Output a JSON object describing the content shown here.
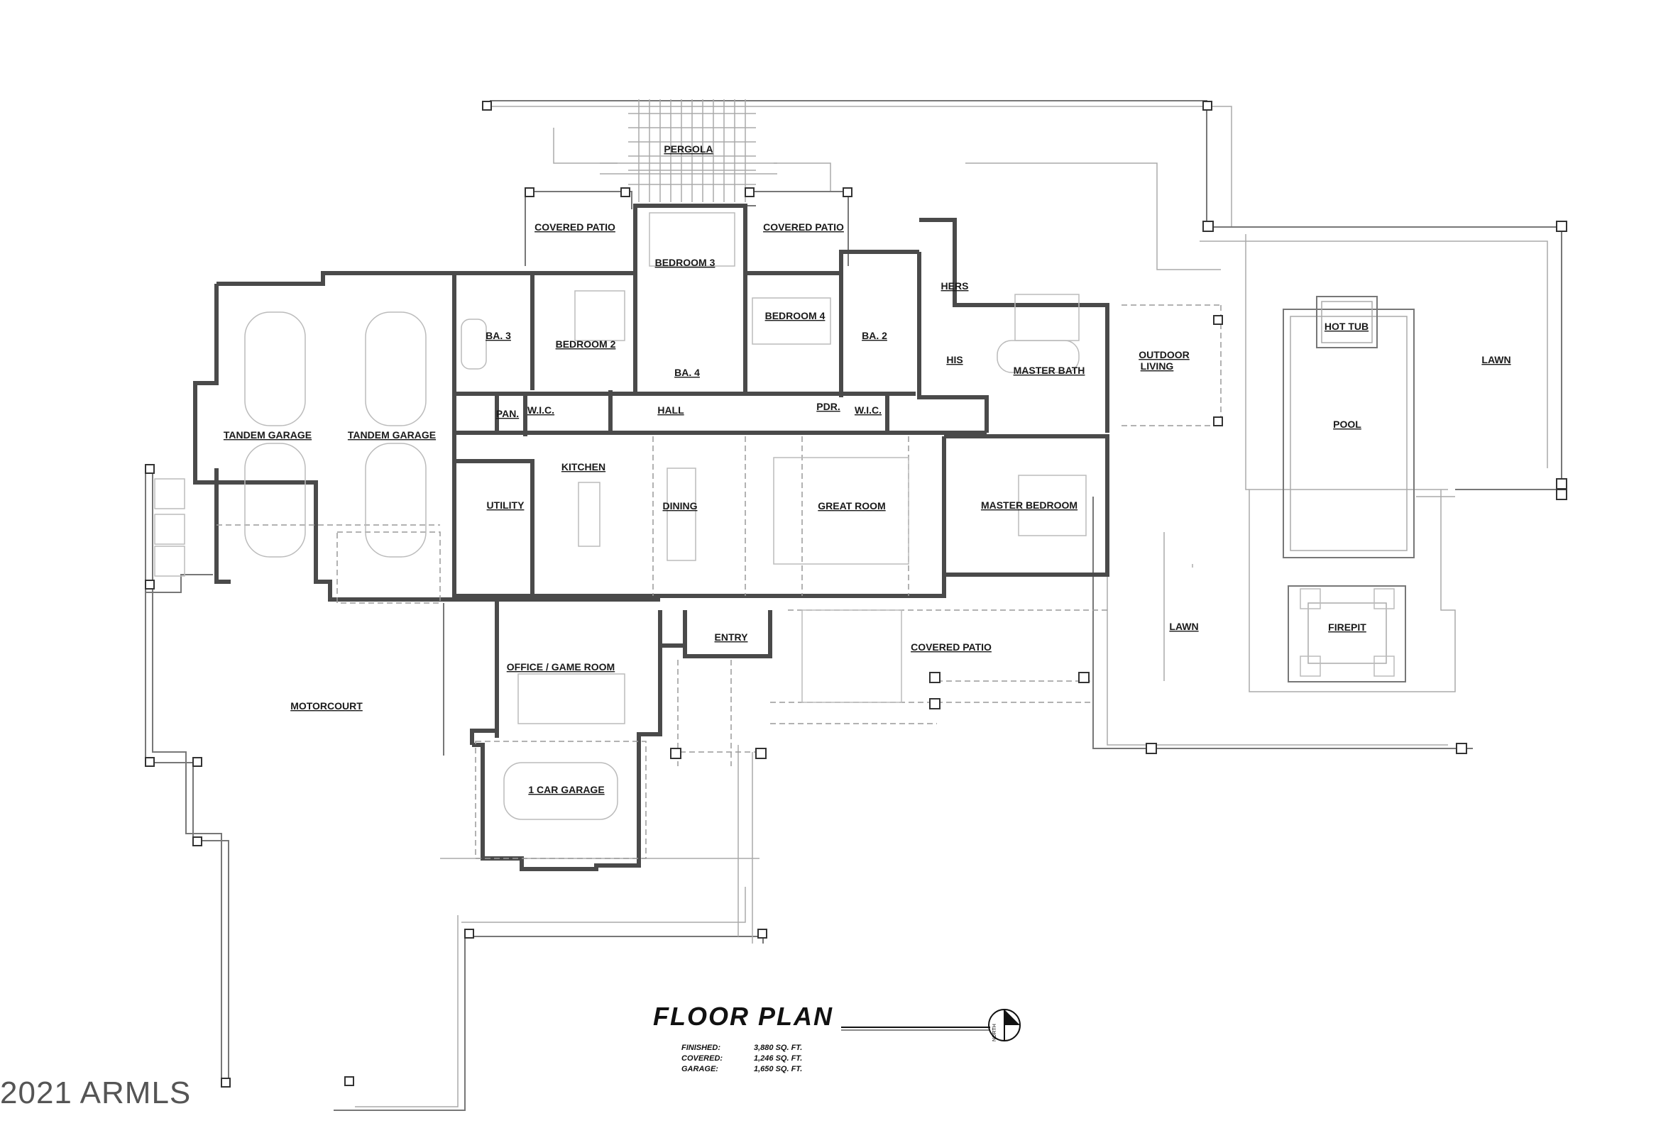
{
  "title": "FLOOR PLAN",
  "watermark": "2021 ARMLS",
  "north_label": "NORTH",
  "stats": [
    {
      "label": "FINISHED:",
      "value": "3,880 SQ. FT."
    },
    {
      "label": "COVERED:",
      "value": "1,246 SQ. FT."
    },
    {
      "label": "GARAGE:",
      "value": "1,650 SQ. FT."
    }
  ],
  "rooms": [
    {
      "id": "pergola",
      "label": "PERGOLA"
    },
    {
      "id": "covered-patio-left",
      "label": "COVERED PATIO"
    },
    {
      "id": "covered-patio-right",
      "label": "COVERED PATIO"
    },
    {
      "id": "bedroom-3",
      "label": "BEDROOM 3"
    },
    {
      "id": "bedroom-2",
      "label": "BEDROOM 2"
    },
    {
      "id": "bedroom-4",
      "label": "BEDROOM 4"
    },
    {
      "id": "ba-3",
      "label": "BA. 3"
    },
    {
      "id": "ba-2",
      "label": "BA. 2"
    },
    {
      "id": "ba-4",
      "label": "BA. 4"
    },
    {
      "id": "hers",
      "label": "HERS"
    },
    {
      "id": "his",
      "label": "HIS"
    },
    {
      "id": "master-bath",
      "label": "MASTER BATH"
    },
    {
      "id": "outdoor-living-1",
      "label": "OUTDOOR"
    },
    {
      "id": "outdoor-living-2",
      "label": "LIVING"
    },
    {
      "id": "hot-tub",
      "label": "HOT TUB"
    },
    {
      "id": "lawn-top",
      "label": "LAWN"
    },
    {
      "id": "pool",
      "label": "POOL"
    },
    {
      "id": "tandem-garage-1",
      "label": "TANDEM GARAGE"
    },
    {
      "id": "tandem-garage-2",
      "label": "TANDEM GARAGE"
    },
    {
      "id": "wic-left",
      "label": "W.I.C."
    },
    {
      "id": "pan",
      "label": "PAN."
    },
    {
      "id": "hall",
      "label": "HALL"
    },
    {
      "id": "pdr",
      "label": "PDR."
    },
    {
      "id": "wic-right",
      "label": "W.I.C."
    },
    {
      "id": "kitchen",
      "label": "KITCHEN"
    },
    {
      "id": "utility",
      "label": "UTILITY"
    },
    {
      "id": "dining",
      "label": "DINING"
    },
    {
      "id": "great-room",
      "label": "GREAT ROOM"
    },
    {
      "id": "master-bedroom",
      "label": "MASTER BEDROOM"
    },
    {
      "id": "lawn-bottom",
      "label": "LAWN"
    },
    {
      "id": "firepit",
      "label": "FIREPIT"
    },
    {
      "id": "entry",
      "label": "ENTRY"
    },
    {
      "id": "covered-patio-bottom",
      "label": "COVERED PATIO"
    },
    {
      "id": "office",
      "label": "OFFICE / GAME ROOM"
    },
    {
      "id": "motorcourt",
      "label": "MOTORCOURT"
    },
    {
      "id": "one-car-garage",
      "label": "1 CAR GARAGE"
    }
  ]
}
